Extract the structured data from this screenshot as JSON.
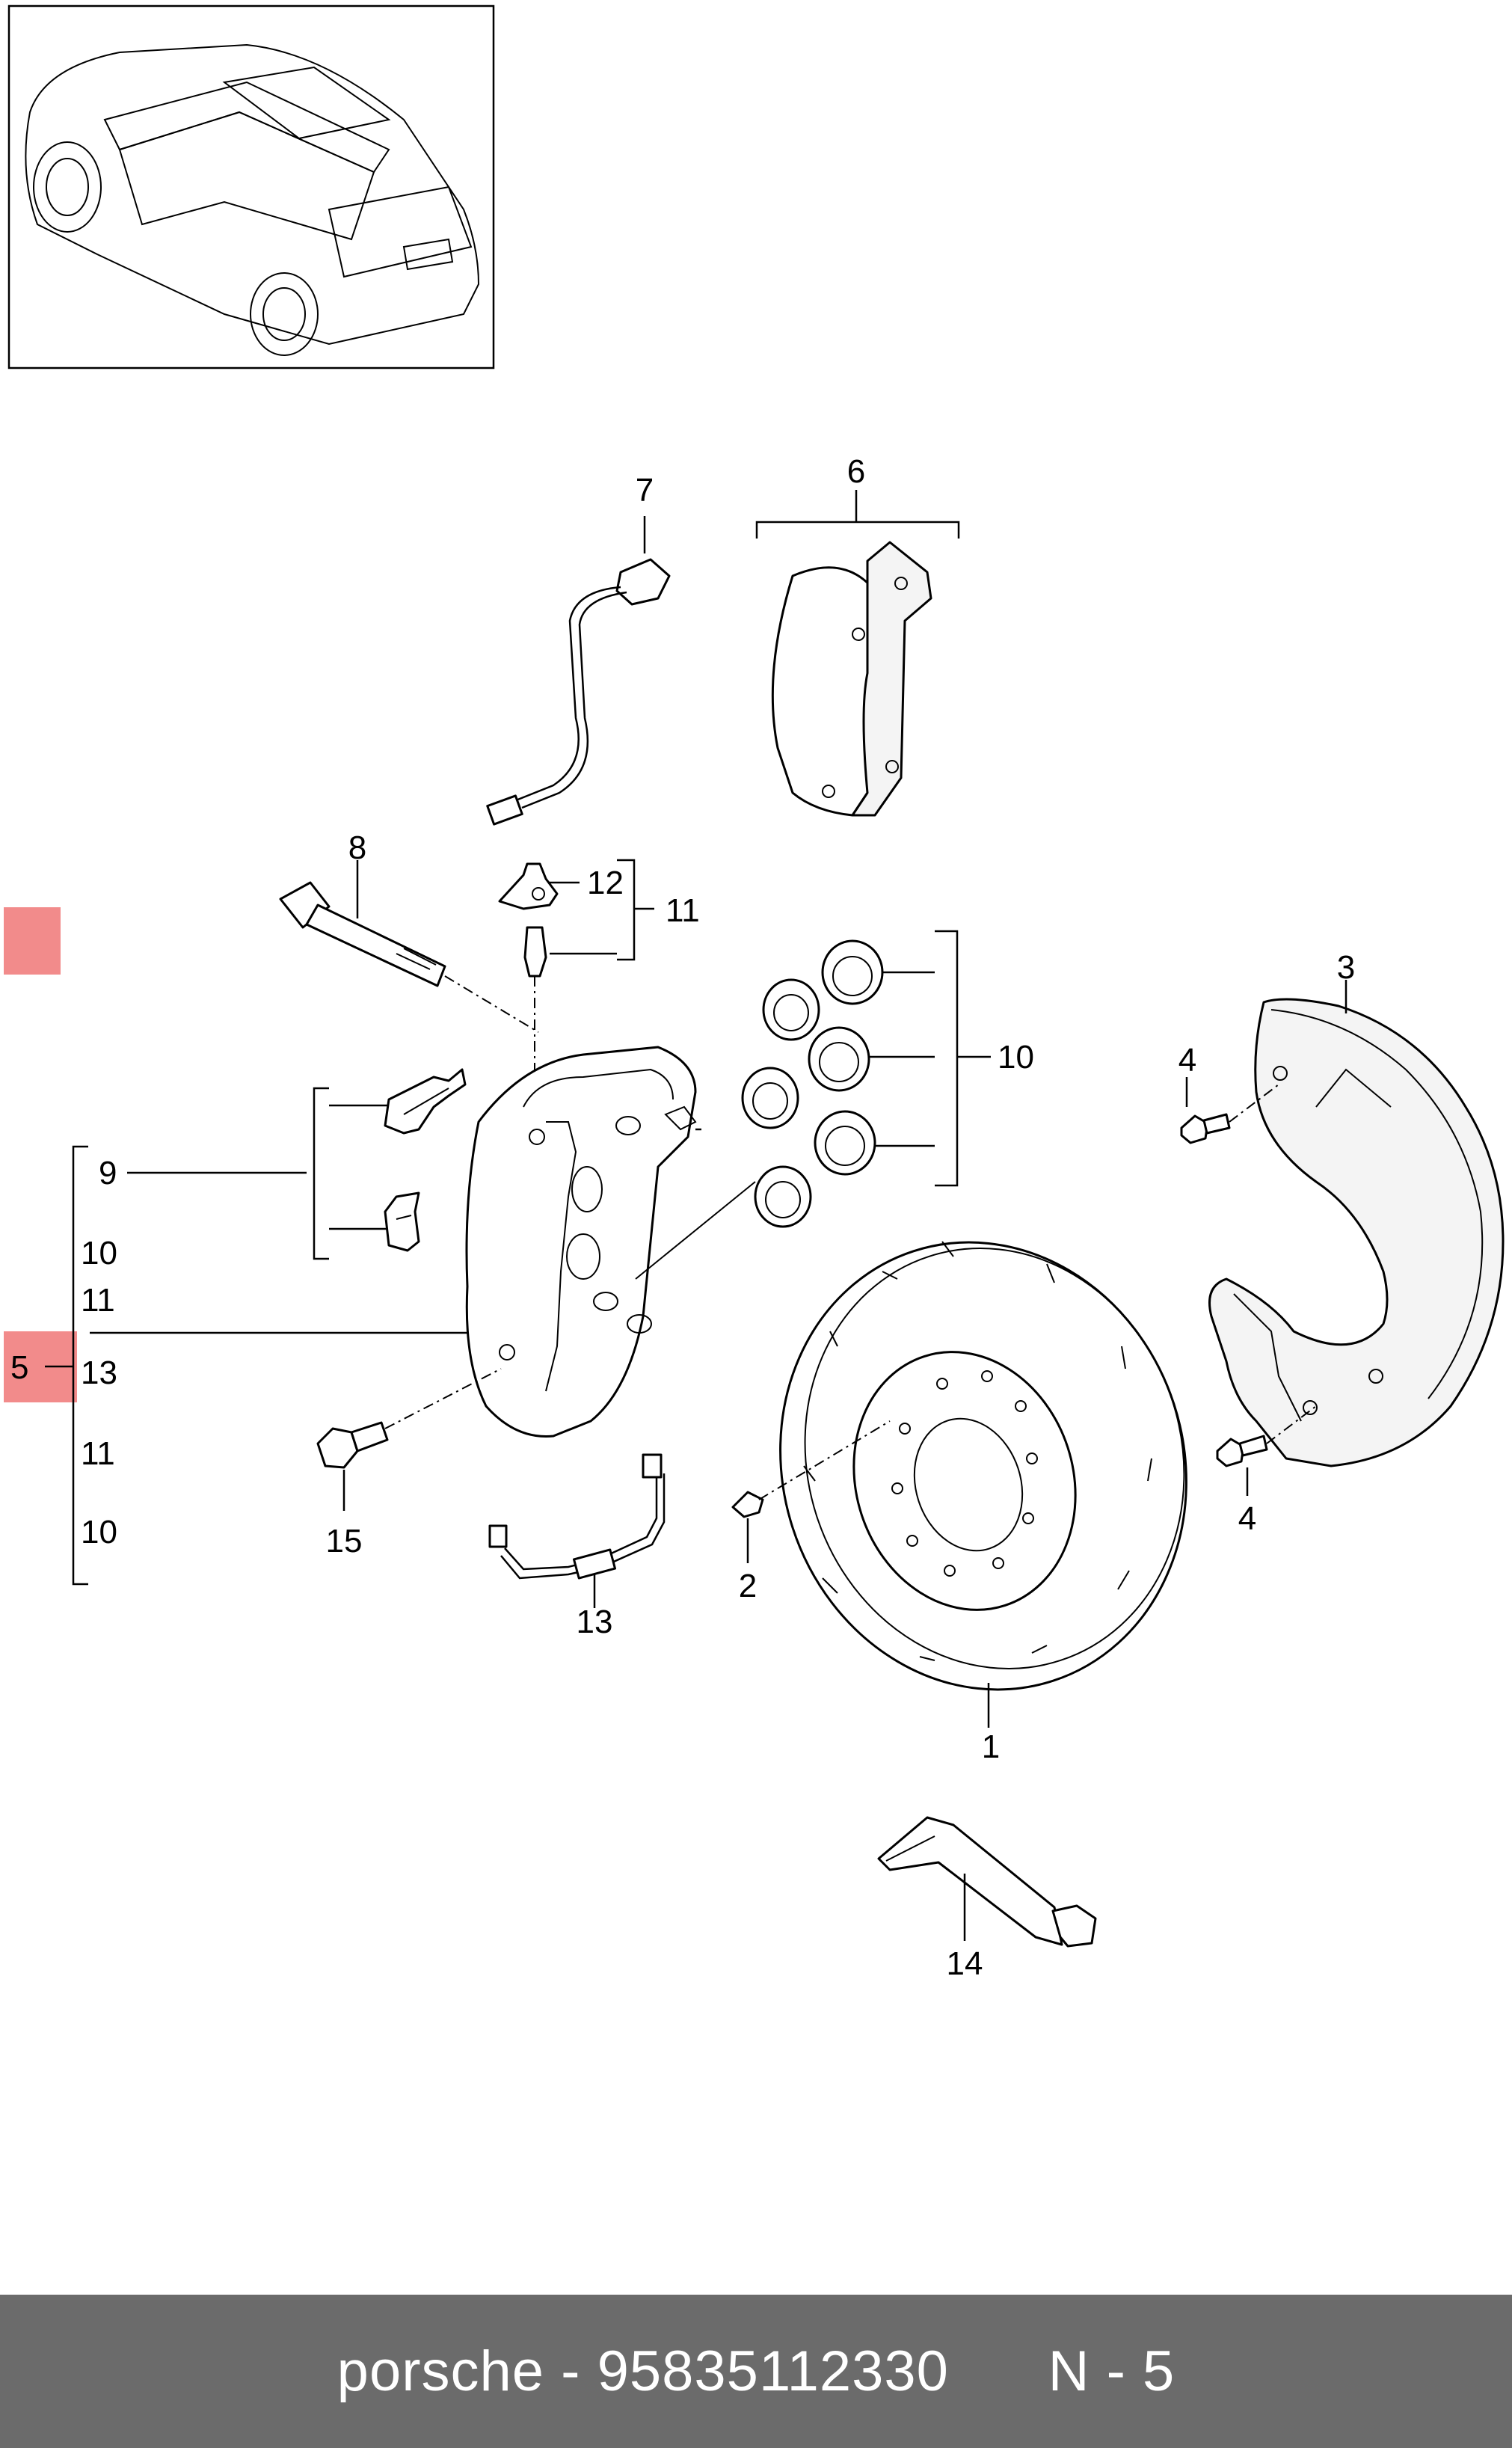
{
  "diagram": {
    "callouts": {
      "n1": "1",
      "n2": "2",
      "n3": "3",
      "n4a": "4",
      "n4b": "4",
      "n5": "5",
      "n6": "6",
      "n7": "7",
      "n8": "8",
      "n9": "9",
      "n10a": "10",
      "n10b": "10",
      "n10c": "10",
      "n11a": "11",
      "n11b": "11",
      "n11c": "11",
      "n12": "12",
      "n13a": "13",
      "n13b": "13",
      "n14": "14",
      "n15": "15"
    },
    "highlight_color": "#f28b8b"
  },
  "footer": {
    "brand": "porsche",
    "separator": " - ",
    "part_number": "95835112330",
    "position": "N - 5"
  }
}
